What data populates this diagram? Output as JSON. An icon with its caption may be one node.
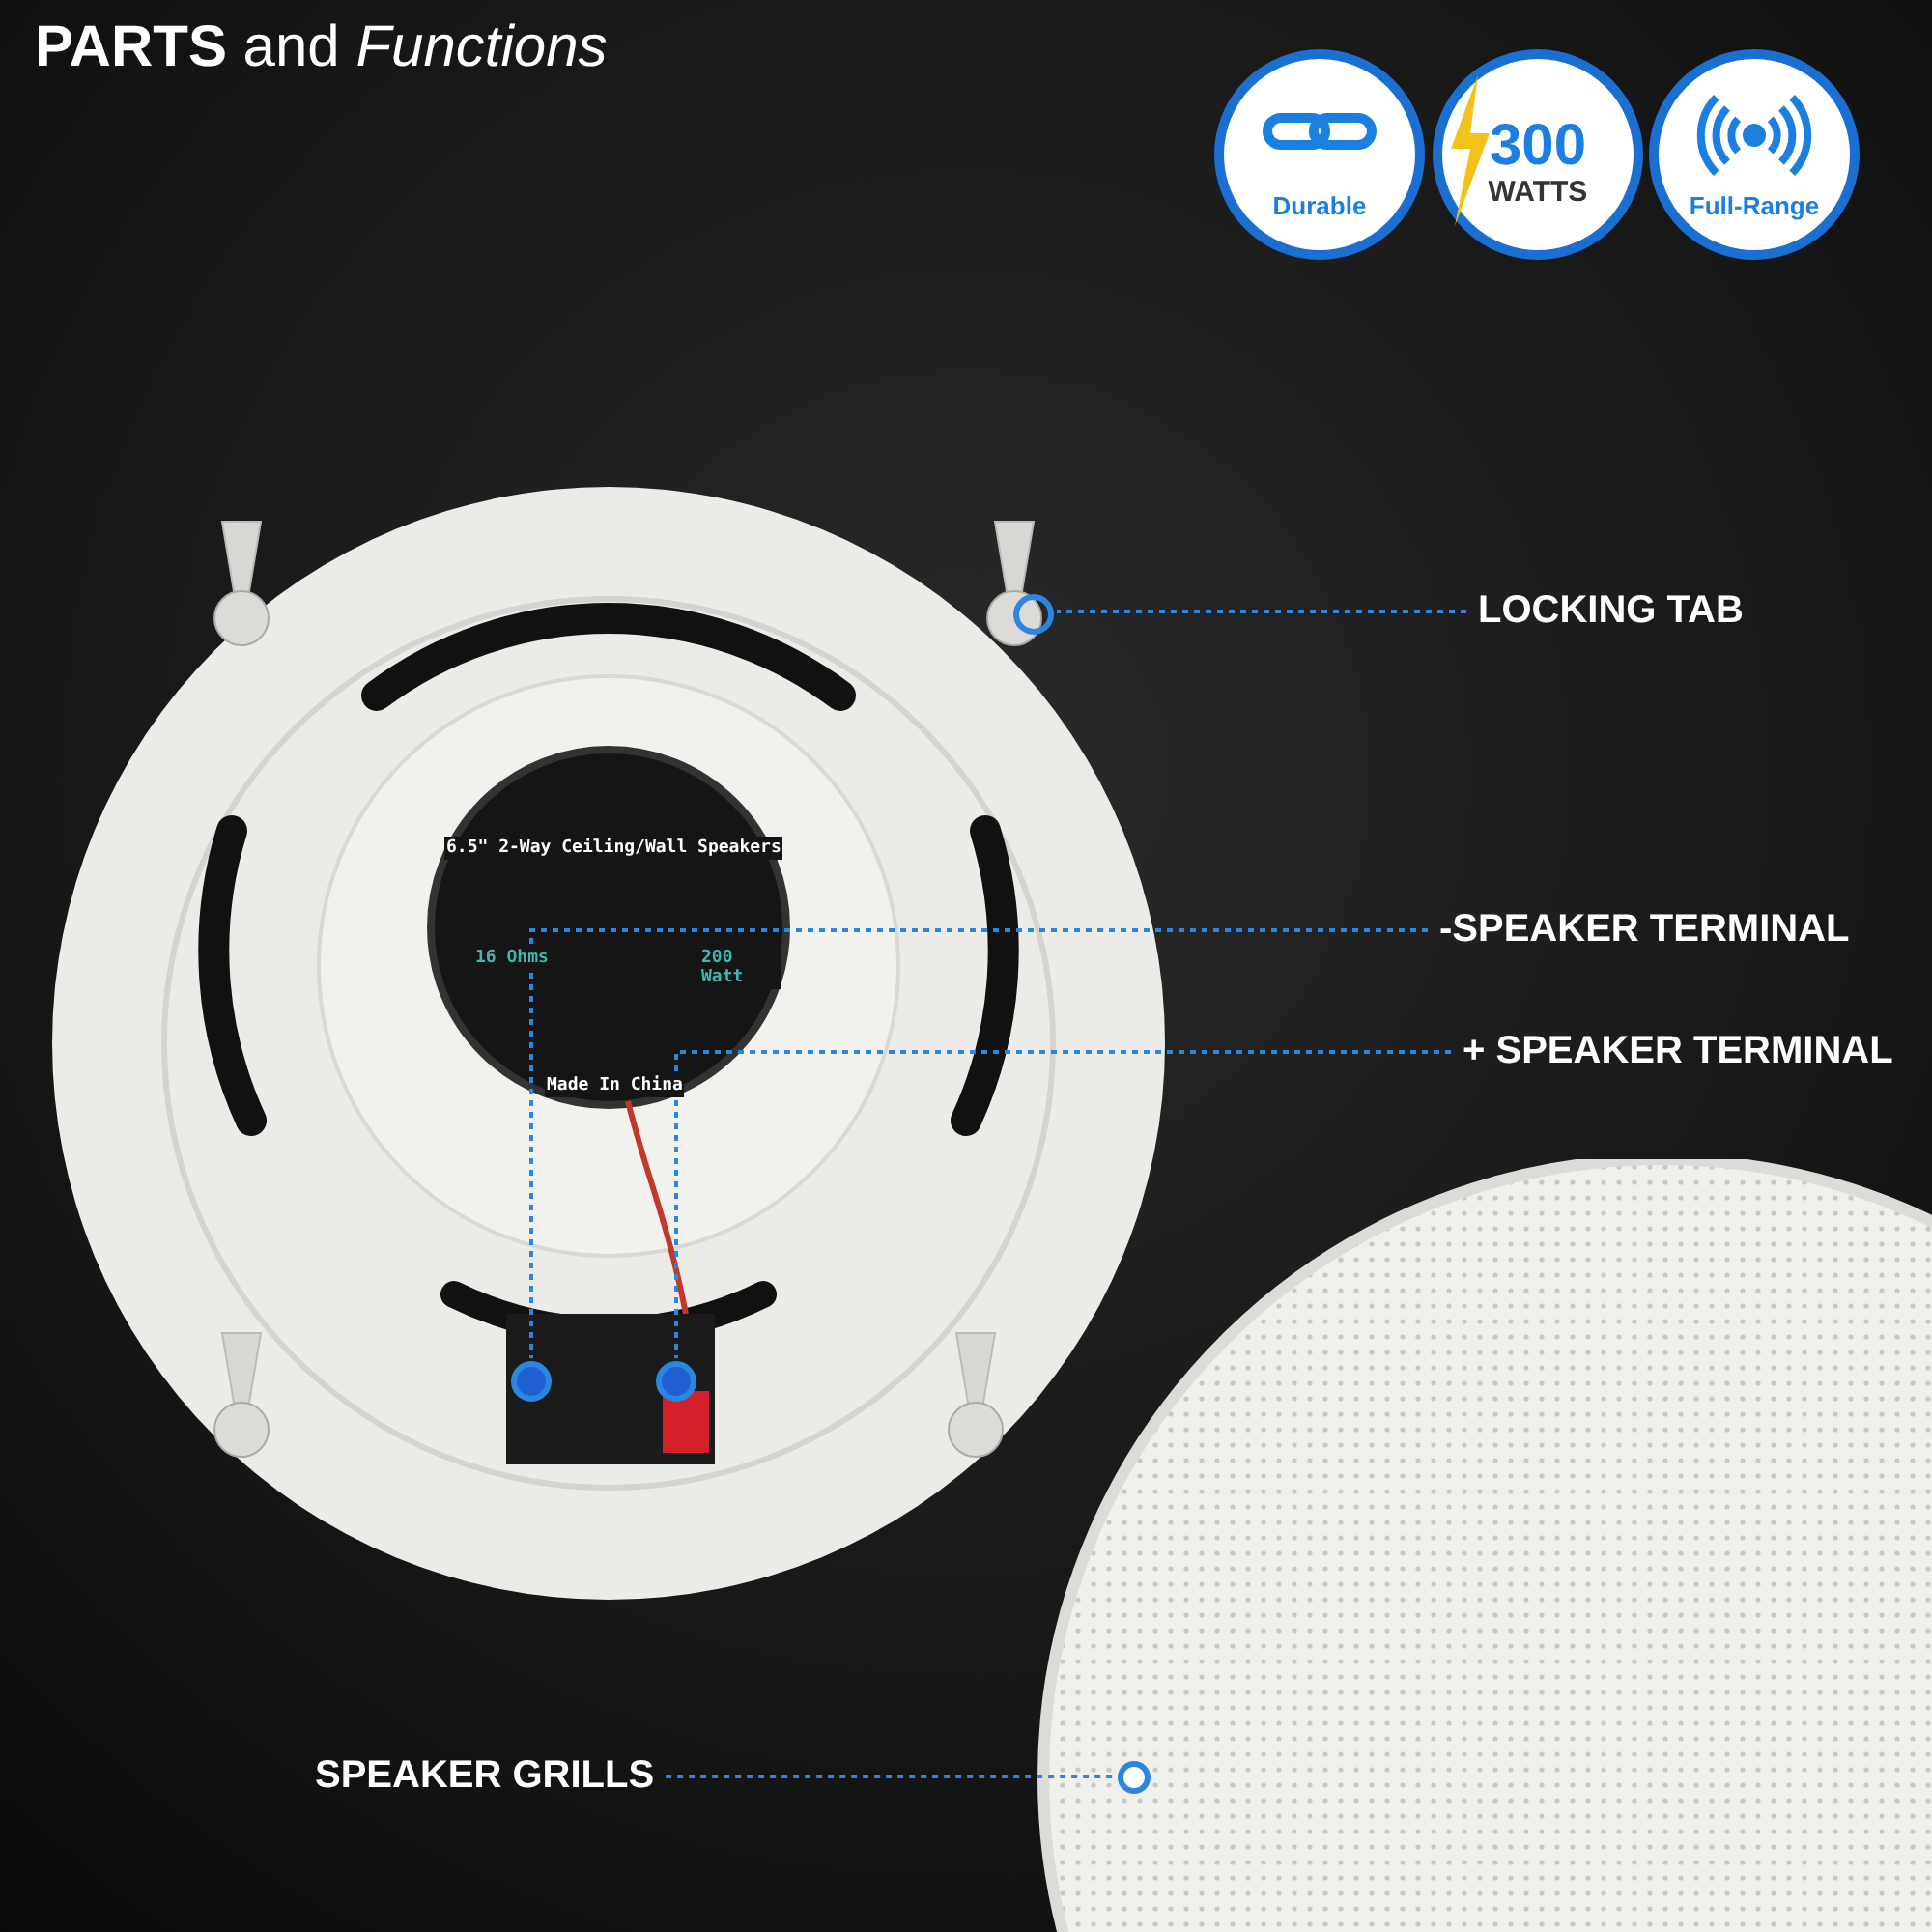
{
  "diagram": {
    "title": "**PARTS** and *Functions*",
    "nodes": [
      {
        "text": [
          "Durable"
        ]
      },
      {
        "text": [
          "300",
          "WATTS"
        ]
      },
      {
        "text": [
          "Full-Range"
        ]
      },
      {
        "text": [],
        "shape": "picture"
      },
      {
        "text": [],
        "shape": "circle",
        "in": 3
      },
      {
        "text": [],
        "shape": "circle",
        "in": 3
      },
      {
        "text": [],
        "shape": "circle",
        "in": 3
      },
      {
        "text": [],
        "shape": "picture"
      },
      {
        "text": [],
        "shape": "circle",
        "in": 7
      },
      {
        "text": [
          "LOCKING TAB"
        ]
      },
      {
        "text": [
          "-SPEAKER TERMINAL"
        ]
      },
      {
        "text": [
          "+ SPEAKER TERMINAL"
        ]
      },
      {
        "text": [
          "SPEAKER GRILLS"
        ]
      }
    ],
    "edges": [
      {
        "from": 9,
        "to": 4,
        "arrow": "none",
        "style": "dashed"
      },
      {
        "from": 10,
        "to": 5,
        "arrow": "none",
        "style": "dashed"
      },
      {
        "from": 11,
        "to": 6,
        "arrow": "none",
        "style": "dashed"
      },
      {
        "from": 12,
        "to": 8,
        "arrow": "none",
        "style": "dashed"
      }
    ],
    "labels": [
      "6.5\" 2-Way Ceiling/Wall Speakers",
      "16 Ohms",
      "200 Watt",
      "Made In China"
    ]
  }
}
